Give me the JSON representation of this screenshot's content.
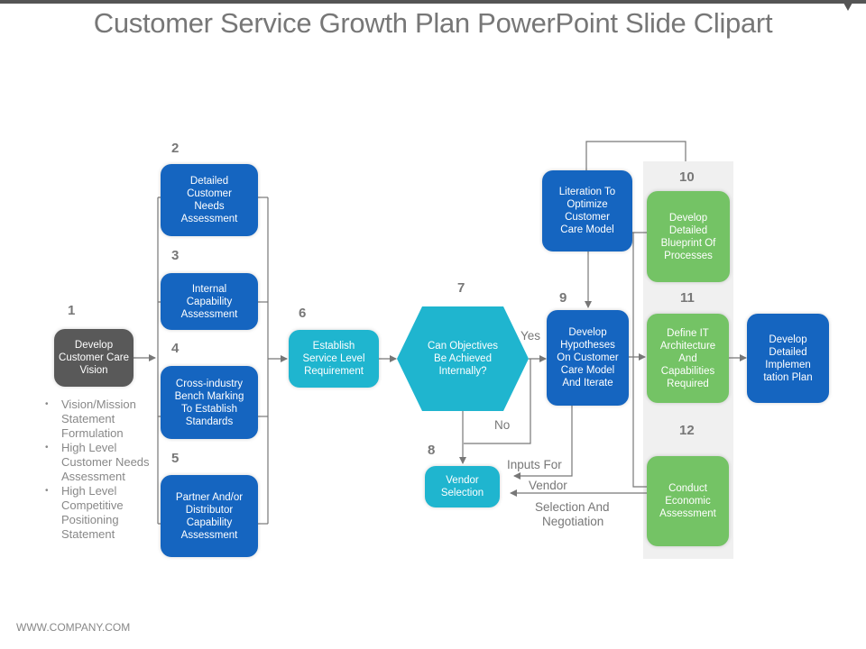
{
  "title": "Customer Service Growth Plan PowerPoint Slide Clipart",
  "footer": "WWW.COMPANY.COM",
  "colors": {
    "dark": "#595959",
    "blue": "#1565c0",
    "teal": "#1fb5cf",
    "green": "#74c365",
    "connector": "#777777"
  },
  "steps": [
    {
      "number": "1",
      "text": "Develop Customer Care Vision",
      "color": "dark"
    },
    {
      "number": "2",
      "text": "Detailed Customer Needs Assessment",
      "color": "blue"
    },
    {
      "number": "3",
      "text": "Internal Capability Assessment",
      "color": "blue"
    },
    {
      "number": "4",
      "text": "Cross-industry Bench Marking To Establish Standards",
      "color": "blue"
    },
    {
      "number": "5",
      "text": "Partner And/or Distributor Capability Assessment",
      "color": "blue"
    },
    {
      "number": "6",
      "text": "Establish Service Level Requirement",
      "color": "teal"
    },
    {
      "number": "7",
      "text": "Can Objectives Be Achieved Internally?",
      "color": "teal",
      "shape": "hexagon"
    },
    {
      "number": "8",
      "text": "Vendor Selection",
      "color": "teal"
    },
    {
      "number": "9",
      "text": "Develop Hypotheses On Customer Care Model And Iterate",
      "color": "blue"
    },
    {
      "number": "10",
      "text": "Develop Detailed Blueprint Of Processes",
      "color": "green"
    },
    {
      "number": "11",
      "text": "Define IT Architecture And Capabilities Required",
      "color": "green"
    },
    {
      "number": "12",
      "text": "Conduct Economic Assessment",
      "color": "green"
    }
  ],
  "extra_boxes": {
    "iteration": "Literation To Optimize Customer Care Model",
    "implementation": "Develop Detailed Implemen tation Plan"
  },
  "bullets": [
    "Vision/Mission Statement Formulation",
    "High Level Customer Needs Assessment",
    "High Level Competitive Positioning Statement"
  ],
  "labels": {
    "yes": "Yes",
    "no": "No",
    "inputs_for": "Inputs For",
    "vendor": "Vendor",
    "selection_and": "Selection And",
    "negotiation": "Negotiation"
  }
}
